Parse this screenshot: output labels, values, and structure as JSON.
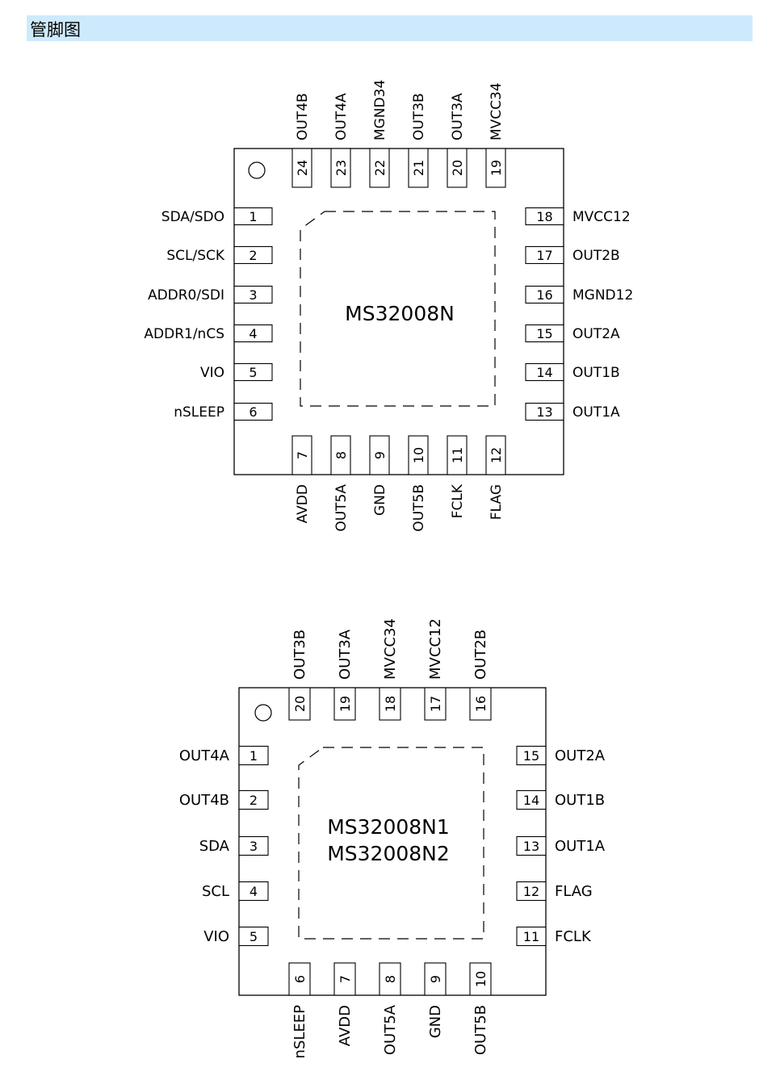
{
  "section_title": "管脚图",
  "chips": [
    {
      "part_numbers": [
        "MS32008N"
      ],
      "top": [
        [
          "24",
          "OUT4B"
        ],
        [
          "23",
          "OUT4A"
        ],
        [
          "22",
          "MGND34"
        ],
        [
          "21",
          "OUT3B"
        ],
        [
          "20",
          "OUT3A"
        ],
        [
          "19",
          "MVCC34"
        ]
      ],
      "left": [
        [
          "1",
          "SDA/SDO"
        ],
        [
          "2",
          "SCL/SCK"
        ],
        [
          "3",
          "ADDR0/SDI"
        ],
        [
          "4",
          "ADDR1/nCS"
        ],
        [
          "5",
          "VIO"
        ],
        [
          "6",
          "nSLEEP"
        ]
      ],
      "right": [
        [
          "18",
          "MVCC12"
        ],
        [
          "17",
          "OUT2B"
        ],
        [
          "16",
          "MGND12"
        ],
        [
          "15",
          "OUT2A"
        ],
        [
          "14",
          "OUT1B"
        ],
        [
          "13",
          "OUT1A"
        ]
      ],
      "bottom": [
        [
          "7",
          "AVDD"
        ],
        [
          "8",
          "OUT5A"
        ],
        [
          "9",
          "GND"
        ],
        [
          "10",
          "OUT5B"
        ],
        [
          "11",
          "FCLK"
        ],
        [
          "12",
          "FLAG"
        ]
      ]
    },
    {
      "part_numbers": [
        "MS32008N1",
        "MS32008N2"
      ],
      "top": [
        [
          "20",
          "OUT3B"
        ],
        [
          "19",
          "OUT3A"
        ],
        [
          "18",
          "MVCC34"
        ],
        [
          "17",
          "MVCC12"
        ],
        [
          "16",
          "OUT2B"
        ]
      ],
      "left": [
        [
          "1",
          "OUT4A"
        ],
        [
          "2",
          "OUT4B"
        ],
        [
          "3",
          "SDA"
        ],
        [
          "4",
          "SCL"
        ],
        [
          "5",
          "VIO"
        ]
      ],
      "right": [
        [
          "15",
          "OUT2A"
        ],
        [
          "14",
          "OUT1B"
        ],
        [
          "13",
          "OUT1A"
        ],
        [
          "12",
          "FLAG"
        ],
        [
          "11",
          "FCLK"
        ]
      ],
      "bottom": [
        [
          "6",
          "nSLEEP"
        ],
        [
          "7",
          "AVDD"
        ],
        [
          "8",
          "OUT5A"
        ],
        [
          "9",
          "GND"
        ],
        [
          "10",
          "OUT5B"
        ]
      ]
    }
  ]
}
